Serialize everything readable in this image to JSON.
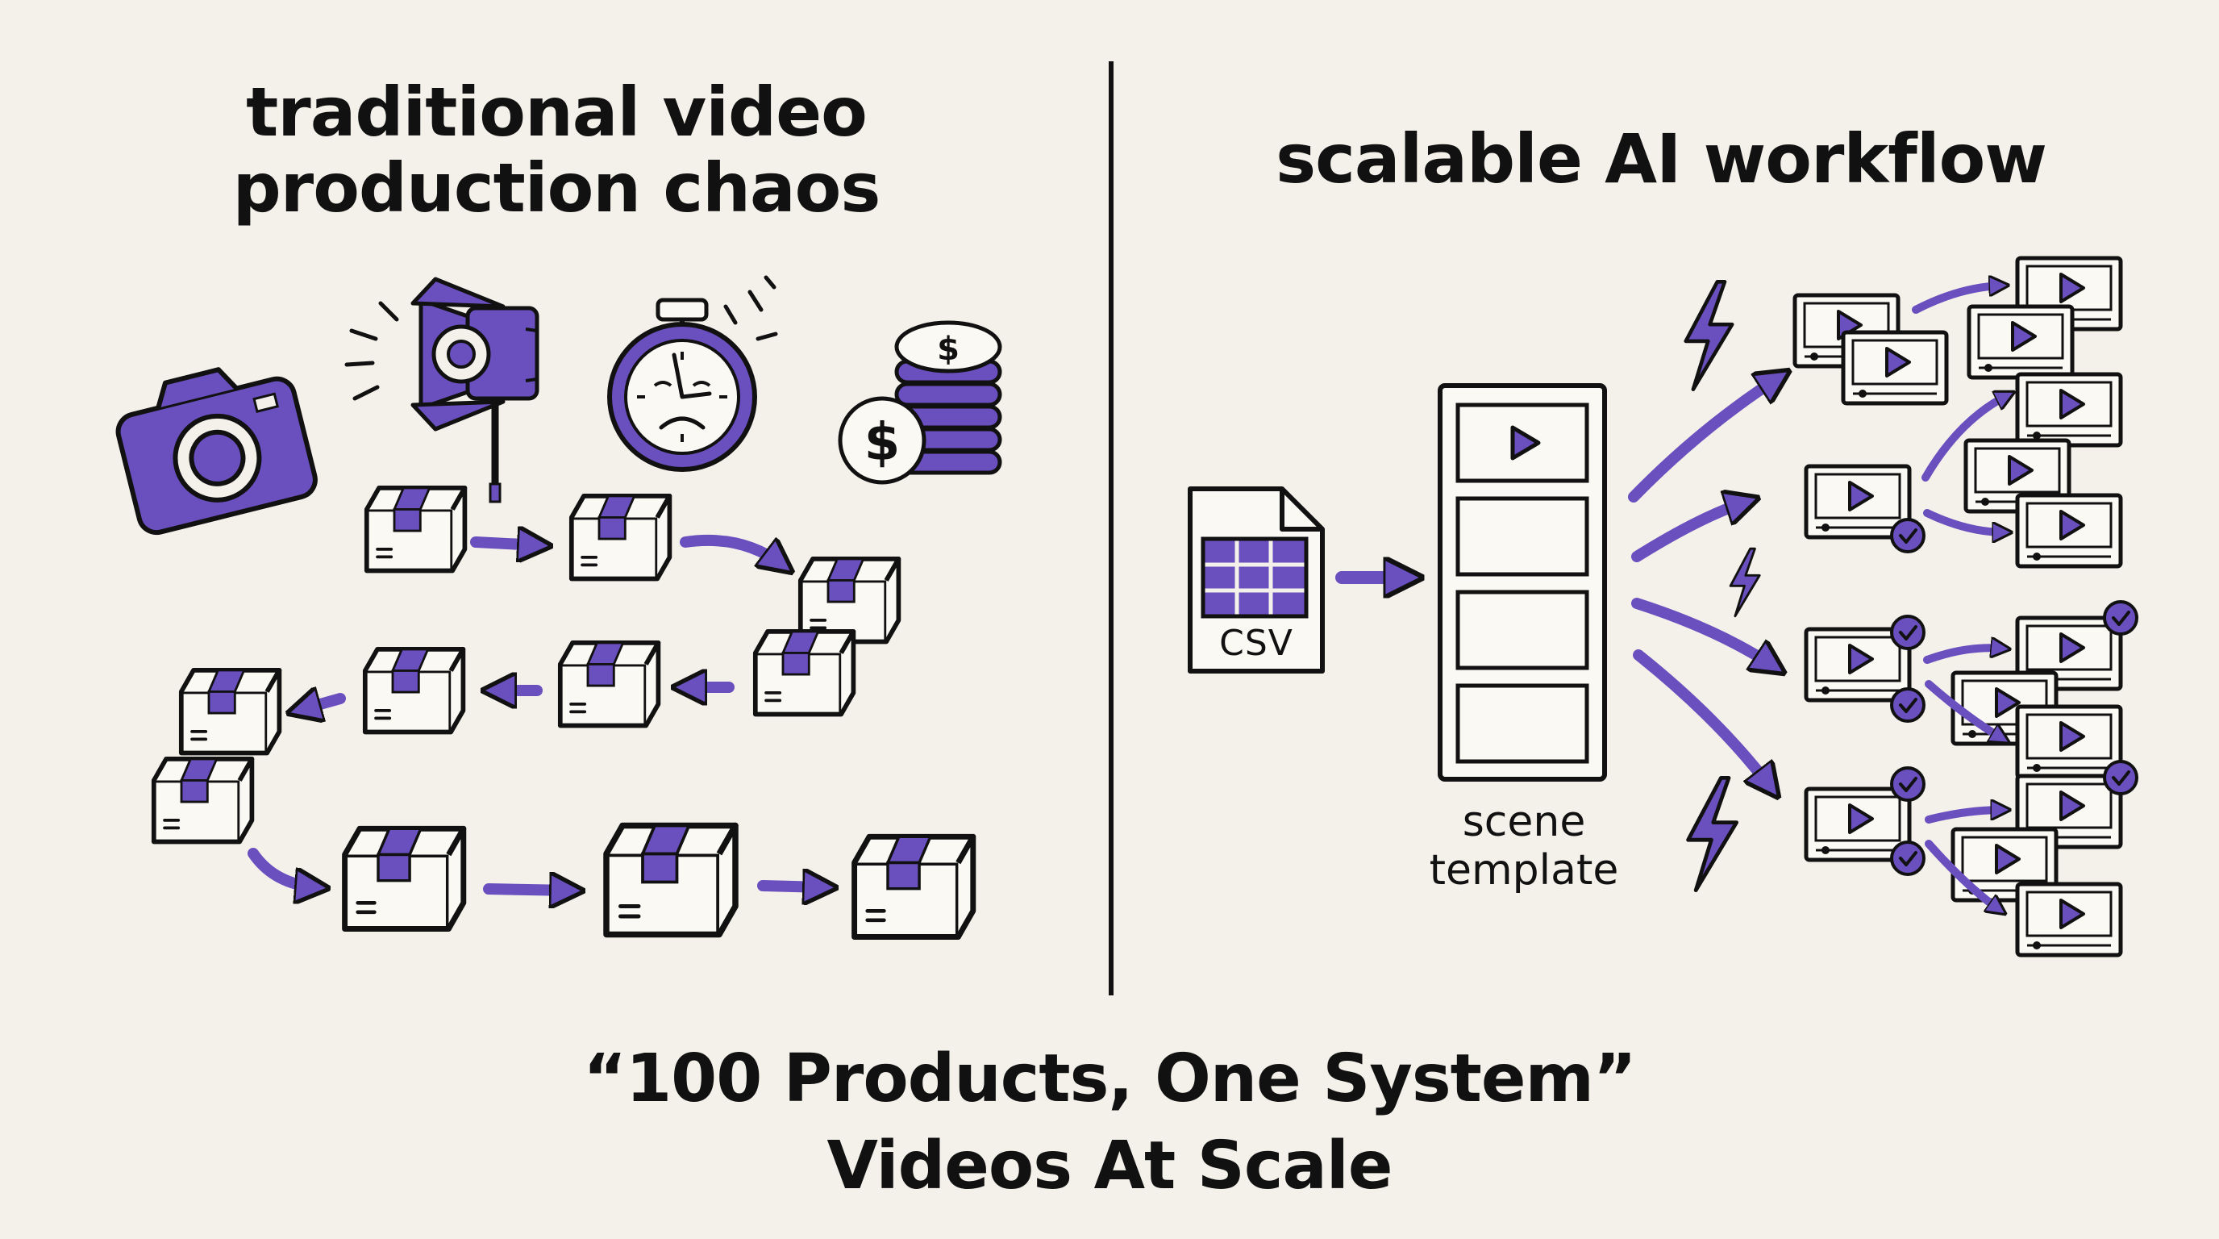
{
  "left": {
    "title_line1": "traditional video",
    "title_line2": "production chaos",
    "icons": [
      "camera-icon",
      "studio-light-icon",
      "stopwatch-icon",
      "coin-stack-icon",
      "box-icon"
    ]
  },
  "right": {
    "title": "scalable AI workflow",
    "csv_label": "CSV",
    "template_label_line1": "scene",
    "template_label_line2": "template",
    "icons": [
      "csv-file-icon",
      "lightning-icon",
      "video-player-icon",
      "checkmark-icon"
    ]
  },
  "bottom": {
    "line1": "“100 Products, One System”",
    "line2": "Videos At Scale"
  },
  "colors": {
    "accent": "#6a4fbf",
    "ink": "#111111",
    "background": "#f4f1ea"
  }
}
